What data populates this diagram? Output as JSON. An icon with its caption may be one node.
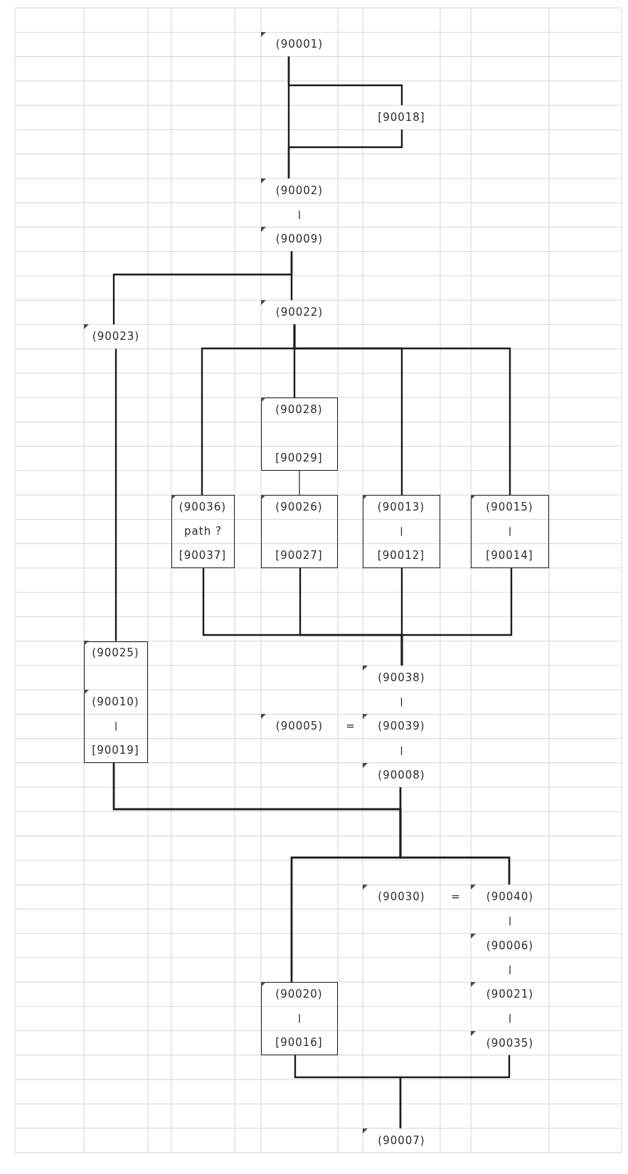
{
  "diagram": {
    "nodes": [
      {
        "text": [
          "(90001)"
        ]
      },
      {
        "text": [
          "[90018]"
        ]
      },
      {
        "text": [
          "(90002)"
        ]
      },
      {
        "text": [
          "(90009)"
        ]
      },
      {
        "text": [
          "(90022)"
        ]
      },
      {
        "text": [
          "(90023)"
        ]
      },
      {
        "text": [],
        "shape": "box"
      },
      {
        "text": [
          "(90028)"
        ],
        "in": 6
      },
      {
        "text": [
          "[90029]"
        ],
        "in": 6
      },
      {
        "text": [
          "path ?"
        ]
      },
      {
        "text": [
          "(90036)"
        ],
        "in": 9
      },
      {
        "text": [
          "[90037]"
        ],
        "in": 9
      },
      {
        "text": [],
        "shape": "box"
      },
      {
        "text": [
          "(90026)"
        ],
        "in": 12
      },
      {
        "text": [
          "[90027]"
        ],
        "in": 12
      },
      {
        "text": [],
        "shape": "box"
      },
      {
        "text": [
          "(90013)"
        ],
        "in": 15
      },
      {
        "text": [
          "[90012]"
        ],
        "in": 15
      },
      {
        "text": [],
        "shape": "box"
      },
      {
        "text": [
          "(90015)"
        ],
        "in": 18
      },
      {
        "text": [
          "[90014]"
        ],
        "in": 18
      },
      {
        "text": [],
        "shape": "box"
      },
      {
        "text": [
          "(90025)"
        ],
        "in": 21
      },
      {
        "text": [
          "(90010)"
        ],
        "in": 21
      },
      {
        "text": [
          "[90019]"
        ],
        "in": 21
      },
      {
        "text": [
          "(90038)"
        ]
      },
      {
        "text": [
          "(90005)"
        ]
      },
      {
        "text": [
          "(90039)"
        ]
      },
      {
        "text": [
          "(90008)"
        ]
      },
      {
        "text": [
          "(90030)"
        ]
      },
      {
        "text": [
          "(90040)"
        ]
      },
      {
        "text": [
          "(90006)"
        ]
      },
      {
        "text": [],
        "shape": "box"
      },
      {
        "text": [
          "(90020)"
        ],
        "in": 32
      },
      {
        "text": [
          "[90016]"
        ],
        "in": 32
      },
      {
        "text": [
          "(90021)"
        ]
      },
      {
        "text": [
          "(90035)"
        ]
      },
      {
        "text": [
          "(90007)"
        ]
      }
    ],
    "edges": [
      {
        "from": 0,
        "to": 2,
        "arrow": "none"
      },
      {
        "from": 0,
        "to": 1,
        "arrow": "none"
      },
      {
        "from": 1,
        "to": 2,
        "arrow": "none"
      },
      {
        "from": 2,
        "to": 3,
        "arrow": "none"
      },
      {
        "from": 3,
        "to": 4,
        "arrow": "none"
      },
      {
        "from": 3,
        "to": 5,
        "arrow": "none"
      },
      {
        "from": 4,
        "to": 9,
        "arrow": "none"
      },
      {
        "from": 4,
        "to": 6,
        "arrow": "none"
      },
      {
        "from": 4,
        "to": 15,
        "arrow": "none"
      },
      {
        "from": 4,
        "to": 18,
        "arrow": "none"
      },
      {
        "from": 6,
        "to": 12,
        "arrow": "none"
      },
      {
        "from": 16,
        "to": 17,
        "arrow": "none"
      },
      {
        "from": 19,
        "to": 20,
        "arrow": "none"
      },
      {
        "from": 9,
        "to": 25,
        "arrow": "none"
      },
      {
        "from": 12,
        "to": 25,
        "arrow": "none"
      },
      {
        "from": 15,
        "to": 25,
        "arrow": "none"
      },
      {
        "from": 18,
        "to": 25,
        "arrow": "none"
      },
      {
        "from": 5,
        "to": 21,
        "arrow": "none"
      },
      {
        "from": 23,
        "to": 24,
        "arrow": "none"
      },
      {
        "from": 25,
        "to": 27,
        "arrow": "none"
      },
      {
        "from": 27,
        "to": 28,
        "arrow": "none"
      },
      {
        "from": 21,
        "to": 32,
        "arrow": "none"
      },
      {
        "from": 28,
        "to": 32,
        "arrow": "none"
      },
      {
        "from": 21,
        "to": 30,
        "arrow": "none"
      },
      {
        "from": 28,
        "to": 30,
        "arrow": "none"
      },
      {
        "from": 30,
        "to": 31,
        "arrow": "none"
      },
      {
        "from": 31,
        "to": 35,
        "arrow": "none"
      },
      {
        "from": 35,
        "to": 36,
        "arrow": "none"
      },
      {
        "from": 33,
        "to": 34,
        "arrow": "none"
      },
      {
        "from": 32,
        "to": 37,
        "arrow": "none"
      },
      {
        "from": 36,
        "to": 37,
        "arrow": "none"
      }
    ],
    "labels": [
      "=",
      "="
    ]
  }
}
